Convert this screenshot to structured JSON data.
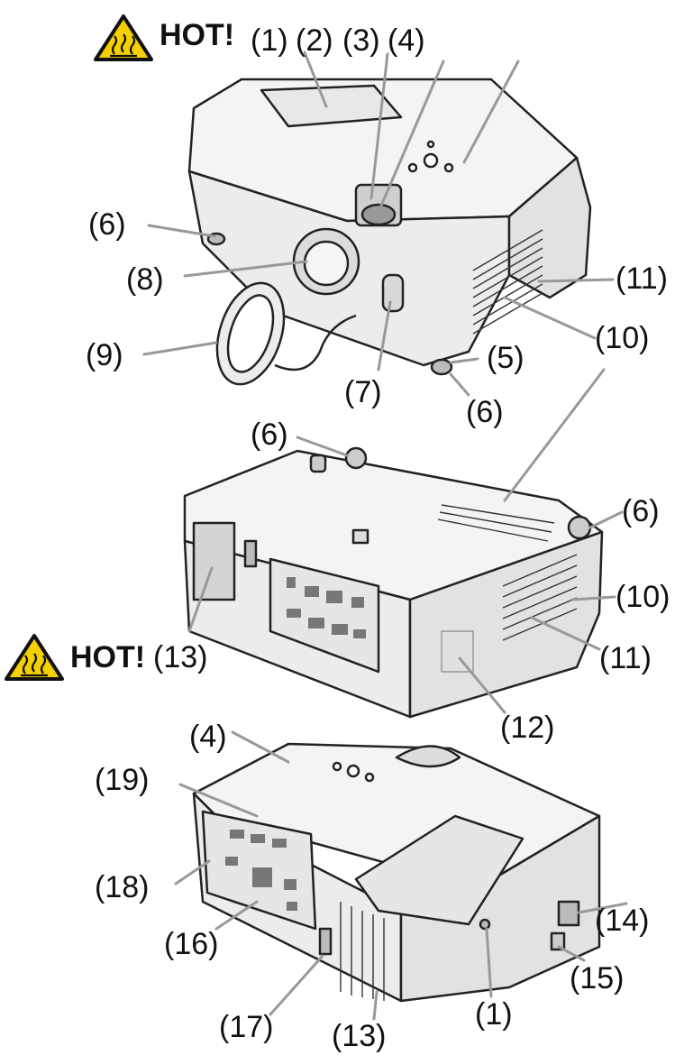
{
  "warning": {
    "text": "HOT!",
    "icon": "hot-surface-warning-icon",
    "fill_color": "#f5d000",
    "stroke_color": "#111111"
  },
  "callouts": {
    "c1": "(1)",
    "c2": "(2)",
    "c3": "(3)",
    "c4": "(4)",
    "c5": "(5)",
    "c6": "(6)",
    "c7": "(7)",
    "c8": "(8)",
    "c9": "(9)",
    "c10": "(10)",
    "c11": "(11)",
    "c12": "(12)",
    "c13": "(13)",
    "c14": "(14)",
    "c15": "(15)",
    "c16": "(16)",
    "c17": "(17)",
    "c18": "(18)",
    "c19": "(19)"
  },
  "colors": {
    "line": "#999999",
    "body_fill": "#f4f4f4",
    "body_stroke": "#222222"
  }
}
